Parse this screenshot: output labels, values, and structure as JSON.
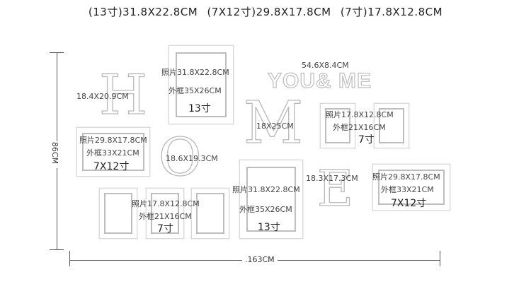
{
  "header": {
    "size1": "(13寸)31.8X22.8CM",
    "size2": "(7X12寸)29.8X17.8CM",
    "size3": "(7寸)17.8X12.8CM"
  },
  "letters": {
    "h": "H",
    "o": "O",
    "m": "M",
    "e": "E",
    "youme": "YOU& ME"
  },
  "labels": {
    "h_dim": "18.4X20.9CM",
    "o_dim": "18.6X19.3CM",
    "m_dim": "18X25CM",
    "e_dim": "18.3X17.3CM",
    "youme_dim": "54.6X8.4CM",
    "top_frame_photo": "照片31.8X22.8CM",
    "top_frame_outer": "外框35X26CM",
    "top_frame_size": "13寸",
    "left_frame_photo": "照片29.8X17.8CM",
    "left_frame_outer": "外框33X21CM",
    "left_frame_size": "7X12寸",
    "bottom_small_photo": "照片17.8X12.8CM",
    "bottom_small_outer": "外框21X16CM",
    "bottom_small_size": "7寸",
    "center_frame_photo": "照片31.8X22.8CM",
    "center_frame_outer": "外框35X26CM",
    "center_frame_size": "13寸",
    "right_small_photo": "照片17.8X12.8CM",
    "right_small_outer": "外框21X16CM",
    "right_small_size": "7寸",
    "right_frame_photo": "照片29.8X17.8CM",
    "right_frame_outer": "外框33X21CM",
    "right_frame_size": "7X12寸"
  },
  "dimensions": {
    "height": "86CM",
    "width": ".163CM"
  }
}
